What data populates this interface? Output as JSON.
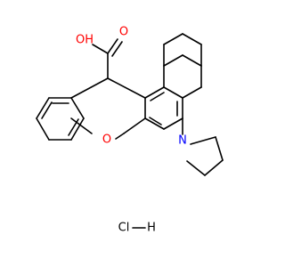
{
  "molecule": {
    "atoms": {
      "hydroxyl": "OH",
      "carbonyl_oxygen": "O",
      "ring_oxygen": "O",
      "pyrrolidine_nitrogen": "N"
    },
    "salt": {
      "chlorine": "Cl",
      "hydrogen": "H"
    }
  },
  "colors": {
    "oxygen": "#ff0000",
    "nitrogen": "#0000ff",
    "carbon_bonds": "#000000",
    "salt": "#000000"
  }
}
